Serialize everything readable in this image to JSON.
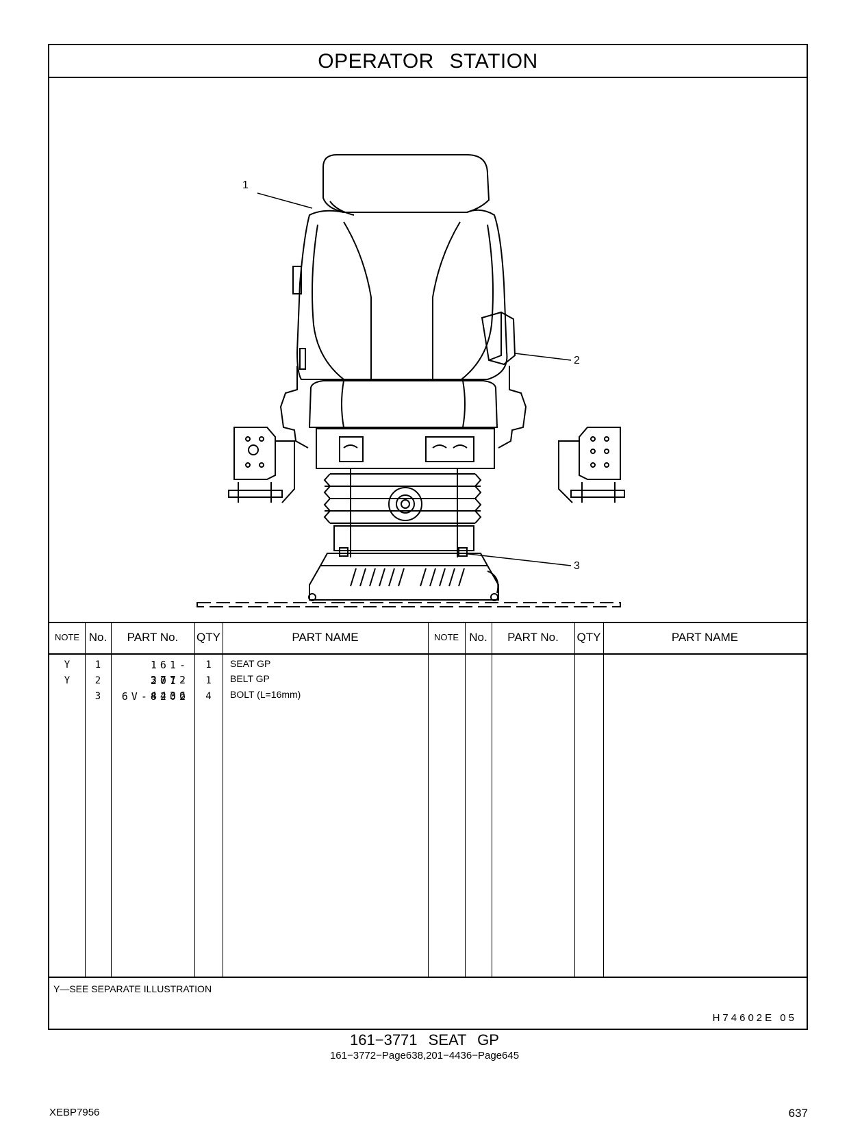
{
  "header": {
    "title": "OPERATOR   STATION"
  },
  "illustration": {
    "callouts": [
      "1",
      "2",
      "3"
    ]
  },
  "table": {
    "columns": [
      "NOTE",
      "No.",
      "PART No.",
      "QTY",
      "PART NAME",
      "NOTE",
      "No.",
      "PART No.",
      "QTY",
      "PART NAME"
    ],
    "rows": [
      {
        "note": "Y",
        "no": "1",
        "part_no": "161-3772",
        "qty": "1",
        "name": "SEAT  GP"
      },
      {
        "note": "Y",
        "no": "2",
        "part_no": "201-4436",
        "qty": "1",
        "name": "BELT  GP"
      },
      {
        "note": "",
        "no": "3",
        "part_no": "6V-8202",
        "qty": "4",
        "name": "BOLT (L=16mm)"
      }
    ]
  },
  "footer": {
    "note": "Y—SEE  SEPARATE  ILLUSTRATION",
    "code": "H74602E   05"
  },
  "caption": {
    "main": "161−3771  SEAT  GP",
    "sub": "161−3772−Page638,201−4436−Page645"
  },
  "page": {
    "doc_id": "XEBP7956",
    "number": "637"
  }
}
